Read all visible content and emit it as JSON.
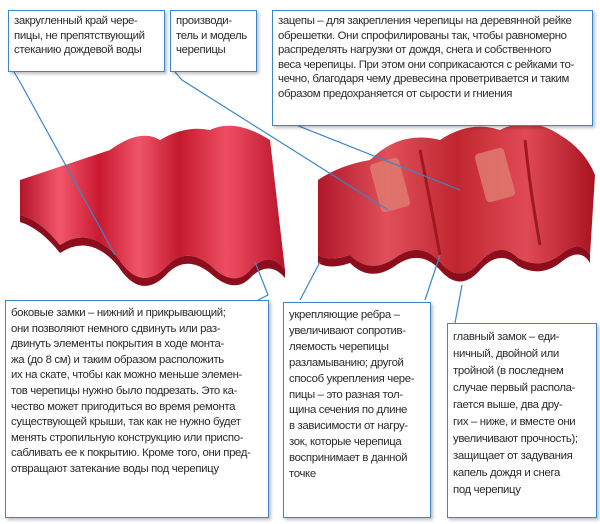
{
  "colors": {
    "tile": "#d8263a",
    "tile_dark": "#a0101f",
    "tile_light": "#f05468",
    "frame": "#3a86c8"
  },
  "callouts": {
    "rounded_edge": {
      "lines": [
        "закругленный край чере-",
        "пицы, не препятствующий",
        "стеканию дождевой воды"
      ]
    },
    "manufacturer": {
      "lines": [
        "производи-",
        "тель и модель",
        "черепицы"
      ]
    },
    "hooks": {
      "lines": [
        "зацепы – для закрепления черепицы на деревянной рейке",
        "обрешетки. Они спрофилированы так, чтобы равномерно",
        "распределять нагрузки от дождя, снега и собственного",
        "веса черепицы. При этом они соприкасаются с рейками то-",
        "чечно, благодаря чему древесина проветривается и таким",
        "образом предохраняется от сырости и гниения"
      ]
    },
    "side_locks": {
      "lines": [
        "боковые замки – нижний и прикрывающий;",
        "они позволяют немного сдвинуть или раз-",
        "двинуть элементы покрытия в ходе монта-",
        "жа (до 8 см) и таким образом расположить",
        "их на скате, чтобы как можно меньше элемен-",
        "тов черепицы нужно было подрезать. Это ка-",
        "чество может пригодиться во время ремонта",
        "существующей крыши, так как не нужно будет",
        "менять стропильную конструкцию или приспо-",
        "сабливать ее к покрытию. Кроме того, они пред-",
        "отвращают затекание воды под черепицу"
      ]
    },
    "ribs": {
      "lines": [
        "укрепляющие ребра –",
        "увеличивают сопротив-",
        "ляемость черепицы",
        "разламыванию; другой",
        "способ укрепления чере-",
        "пицы – это разная тол-",
        "щина сечения по длине",
        "в зависимости от нагру-",
        "зок, которые черепица",
        "воспринимает в данной",
        "точке"
      ]
    },
    "main_lock": {
      "lines": [
        "главный замок – еди-",
        "ничный, двойной или",
        "тройной (в последнем",
        "случае первый распола-",
        "гается выше, два дру-",
        "гих – ниже, и вместе они",
        "увеличивают прочность);",
        "защищает от задувания",
        "капель дождя и снега",
        "под черепицу"
      ]
    }
  }
}
